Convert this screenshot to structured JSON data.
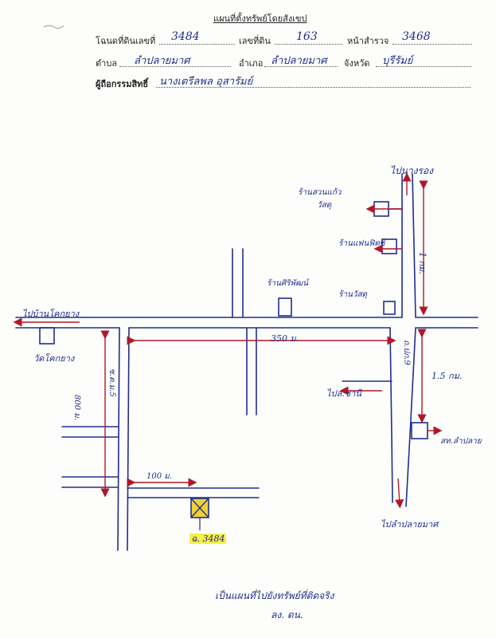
{
  "header": {
    "title": "แผนที่ตั้งทรัพย์โดยสังเขป",
    "deed_label": "โฉนดที่ดินเลขที่",
    "deed_value": "3484",
    "land_no_label": "เลขที่ดิน",
    "land_no_value": "163",
    "survey_label": "หน้าสำรวจ",
    "survey_value": "3468",
    "subdistrict_label": "ตำบล",
    "subdistrict_value": "ลำปลายมาศ",
    "district_label": "อำเภอ",
    "district_value": "ลำปลายมาศ",
    "province_label": "จังหวัด",
    "province_value": "บุรีรัมย์",
    "owner_label": "ผู้ถือกรรมสิทธิ์",
    "owner_value": "นางเตรีลพล อุสารัมย์"
  },
  "map_labels": {
    "to_top": "ไปนางรอง",
    "shop1": "ร้านสวนแก้ว",
    "shop1_line2": "วัสดุ",
    "shop2": "ร้านแฟนฟิตซ์",
    "shop3": "ร้านศิริพัฒน์",
    "shop4": "ร้านวัสดุ",
    "dist_right_top": "1 กม.",
    "to_left": "ไปบ้านโคกยาง",
    "temple": "วัดโคกยาง",
    "dist_mid": "350 ม.",
    "dist_left": "800 ม.",
    "road_left": "ซ.ต.ม.5",
    "road_right": "ถ.ปภ.9",
    "to_right": "ไปล.ชานี",
    "dist_right_bottom": "1.5 กม.",
    "office": "สท.ลำปลาย",
    "dist_bottom": "100 ม.",
    "to_bottom": "ไปลำปลายมาศ",
    "parcel": "ฉ. 3484"
  },
  "footer": {
    "note": "เป็นแผนที่ไปยังทรัพย์ที่ติดจริง",
    "sign": "ลง. ดน."
  },
  "colors": {
    "pen_blue": "#1f2f8c",
    "pen_red": "#b0182a",
    "highlight": "#f7ef4a",
    "parcel_fill": "#f0cf3a"
  }
}
